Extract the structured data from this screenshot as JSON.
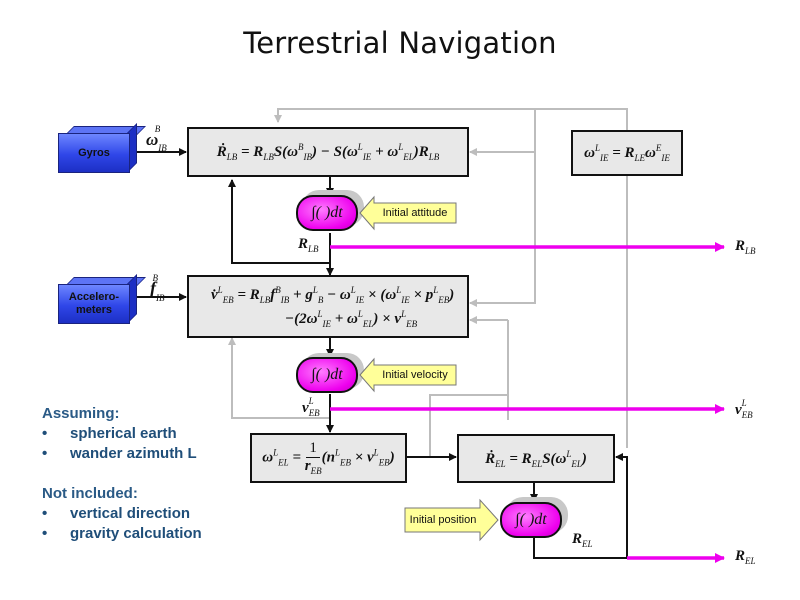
{
  "title": "Terrestrial Navigation",
  "sensors": {
    "gyros": {
      "label": "Gyros",
      "output": "ω",
      "output_sub": "IB",
      "output_sup": "B"
    },
    "accelerometers": {
      "label_line1": "Accelero-",
      "label_line2": "meters",
      "output": "f",
      "output_sub": "IB",
      "output_sup": "B"
    }
  },
  "equations": {
    "attitude": "Ṙ_LB = R_LB S(ω^B_IB) − S(ω^L_IE + ω^L_EL) R_LB",
    "earth_rate": "ω^L_IE = R_LE ω^E_IE",
    "velocity_line1": "v̇^L_EB = R_LB f^B_IB + g^L_B − ω^L_IE × (ω^L_IE × p^L_EB)",
    "velocity_line2": "− (2ω^L_IE + ω^L_EL) × v^L_EB",
    "transport_rate": "ω^L_EL = 1/r_EB (n^L_EB × v^L_EB)",
    "position": "Ṙ_EL = R_EL S(ω^L_EL)"
  },
  "integrators": {
    "label": "∫( )dt"
  },
  "initial_conditions": {
    "attitude": "Initial attitude",
    "velocity": "Initial velocity",
    "position": "Initial position"
  },
  "outputs": {
    "attitude": {
      "sym": "R",
      "sub": "LB"
    },
    "velocity": {
      "sym": "v",
      "sub": "EB",
      "sup": "L"
    },
    "position": {
      "sym": "R",
      "sub": "EL"
    }
  },
  "notes": {
    "assuming_heading": "Assuming:",
    "assuming_items": [
      "spherical earth",
      "wander azimuth L"
    ],
    "excluded_heading": "Not included:",
    "excluded_items": [
      "vertical direction",
      "gravity calculation"
    ],
    "bullet": "•"
  },
  "colors": {
    "sensor_blue": "#2f46e8",
    "integrator_magenta": "#ee00ee",
    "output_line_magenta": "#ee00ee",
    "feedback_gray": "#bdbdbd",
    "callout_yellow": "#ffff99",
    "notes_blue": "#1f4e79"
  }
}
